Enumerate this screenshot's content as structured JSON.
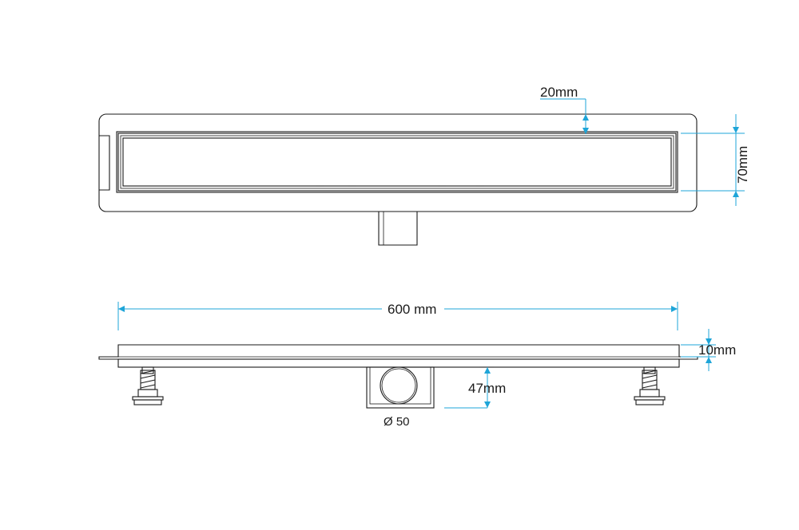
{
  "dimensions": {
    "grate_inset": "20mm",
    "width": "70mm",
    "length": "600 mm",
    "flange_height": "10mm",
    "outlet_depth": "47mm",
    "outlet_diameter": "Ø 50"
  },
  "colors": {
    "outline": "#1a1a1a",
    "dimension_line": "#1ea5d8"
  }
}
